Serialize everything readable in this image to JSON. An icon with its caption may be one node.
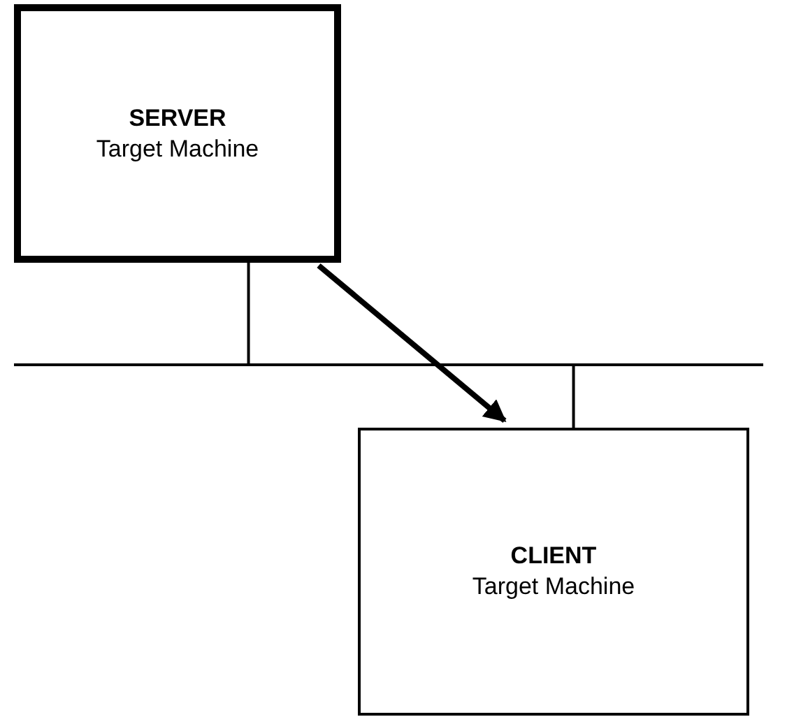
{
  "diagram": {
    "nodes": [
      {
        "text": [
          "SERVER",
          "Target Machine"
        ]
      },
      {
        "text": [
          "CLIENT",
          "Target Machine"
        ]
      },
      {
        "text": [],
        "shape": "bar"
      }
    ],
    "edges": [
      {
        "from": 0,
        "to": 2,
        "arrow": "none"
      },
      {
        "from": 1,
        "to": 2,
        "arrow": "none"
      },
      {
        "from": 0,
        "to": 1,
        "arrow": "to",
        "style": "thick"
      }
    ]
  }
}
